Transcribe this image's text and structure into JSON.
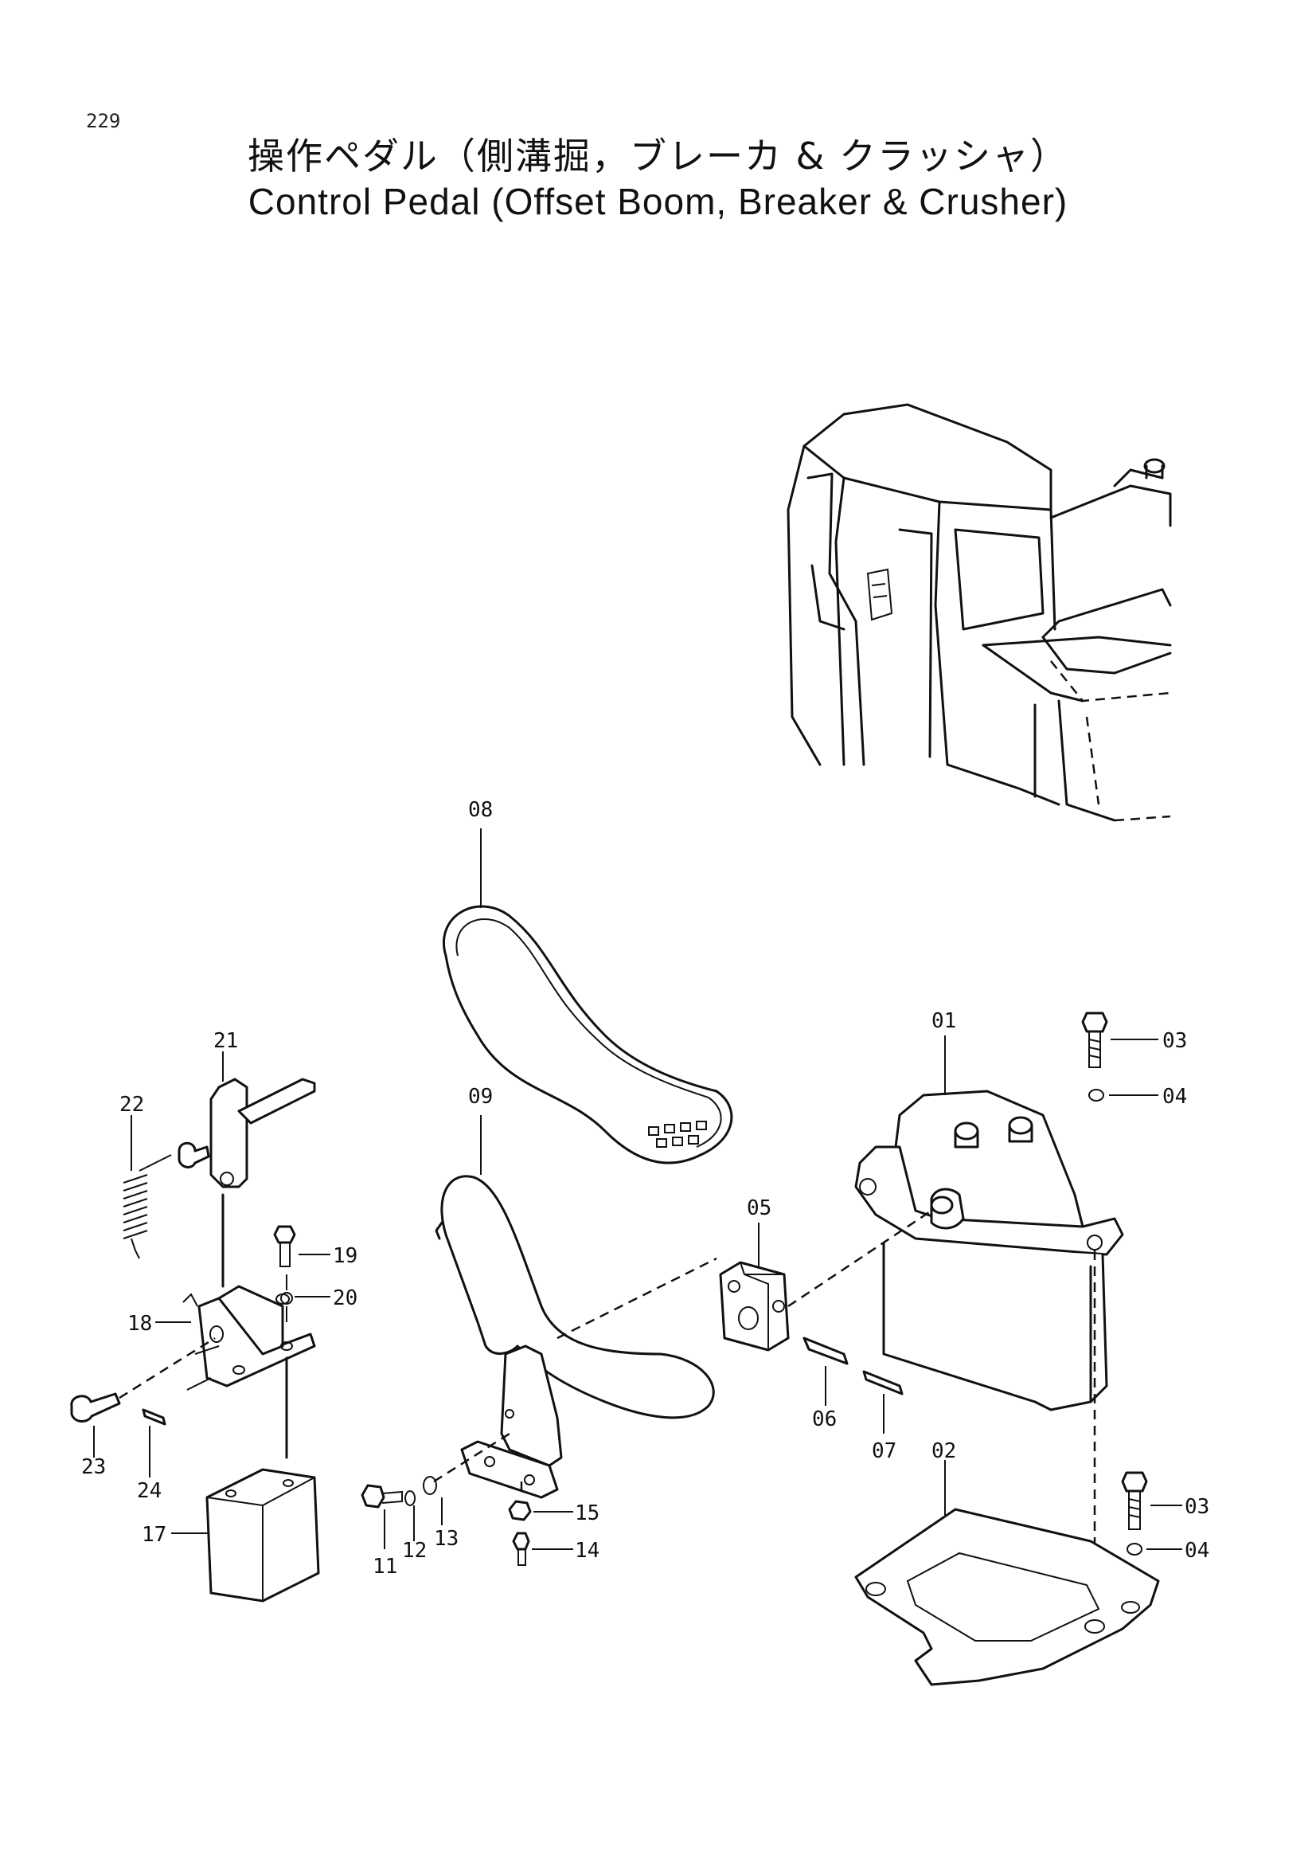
{
  "page_number": "229",
  "title_jp": "操作ペダル（側溝掘，ブレーカ & クラッシャ）",
  "title_en": "Control Pedal (Offset Boom, Breaker & Crusher)",
  "callouts": {
    "p01": "01",
    "p02": "02",
    "p03a": "03",
    "p03b": "03",
    "p04a": "04",
    "p04b": "04",
    "p05": "05",
    "p06": "06",
    "p07": "07",
    "p08": "08",
    "p09": "09",
    "p11": "11",
    "p12": "12",
    "p13": "13",
    "p14": "14",
    "p15": "15",
    "p17": "17",
    "p18": "18",
    "p19": "19",
    "p20": "20",
    "p21": "21",
    "p22": "22",
    "p23": "23",
    "p24": "24"
  }
}
